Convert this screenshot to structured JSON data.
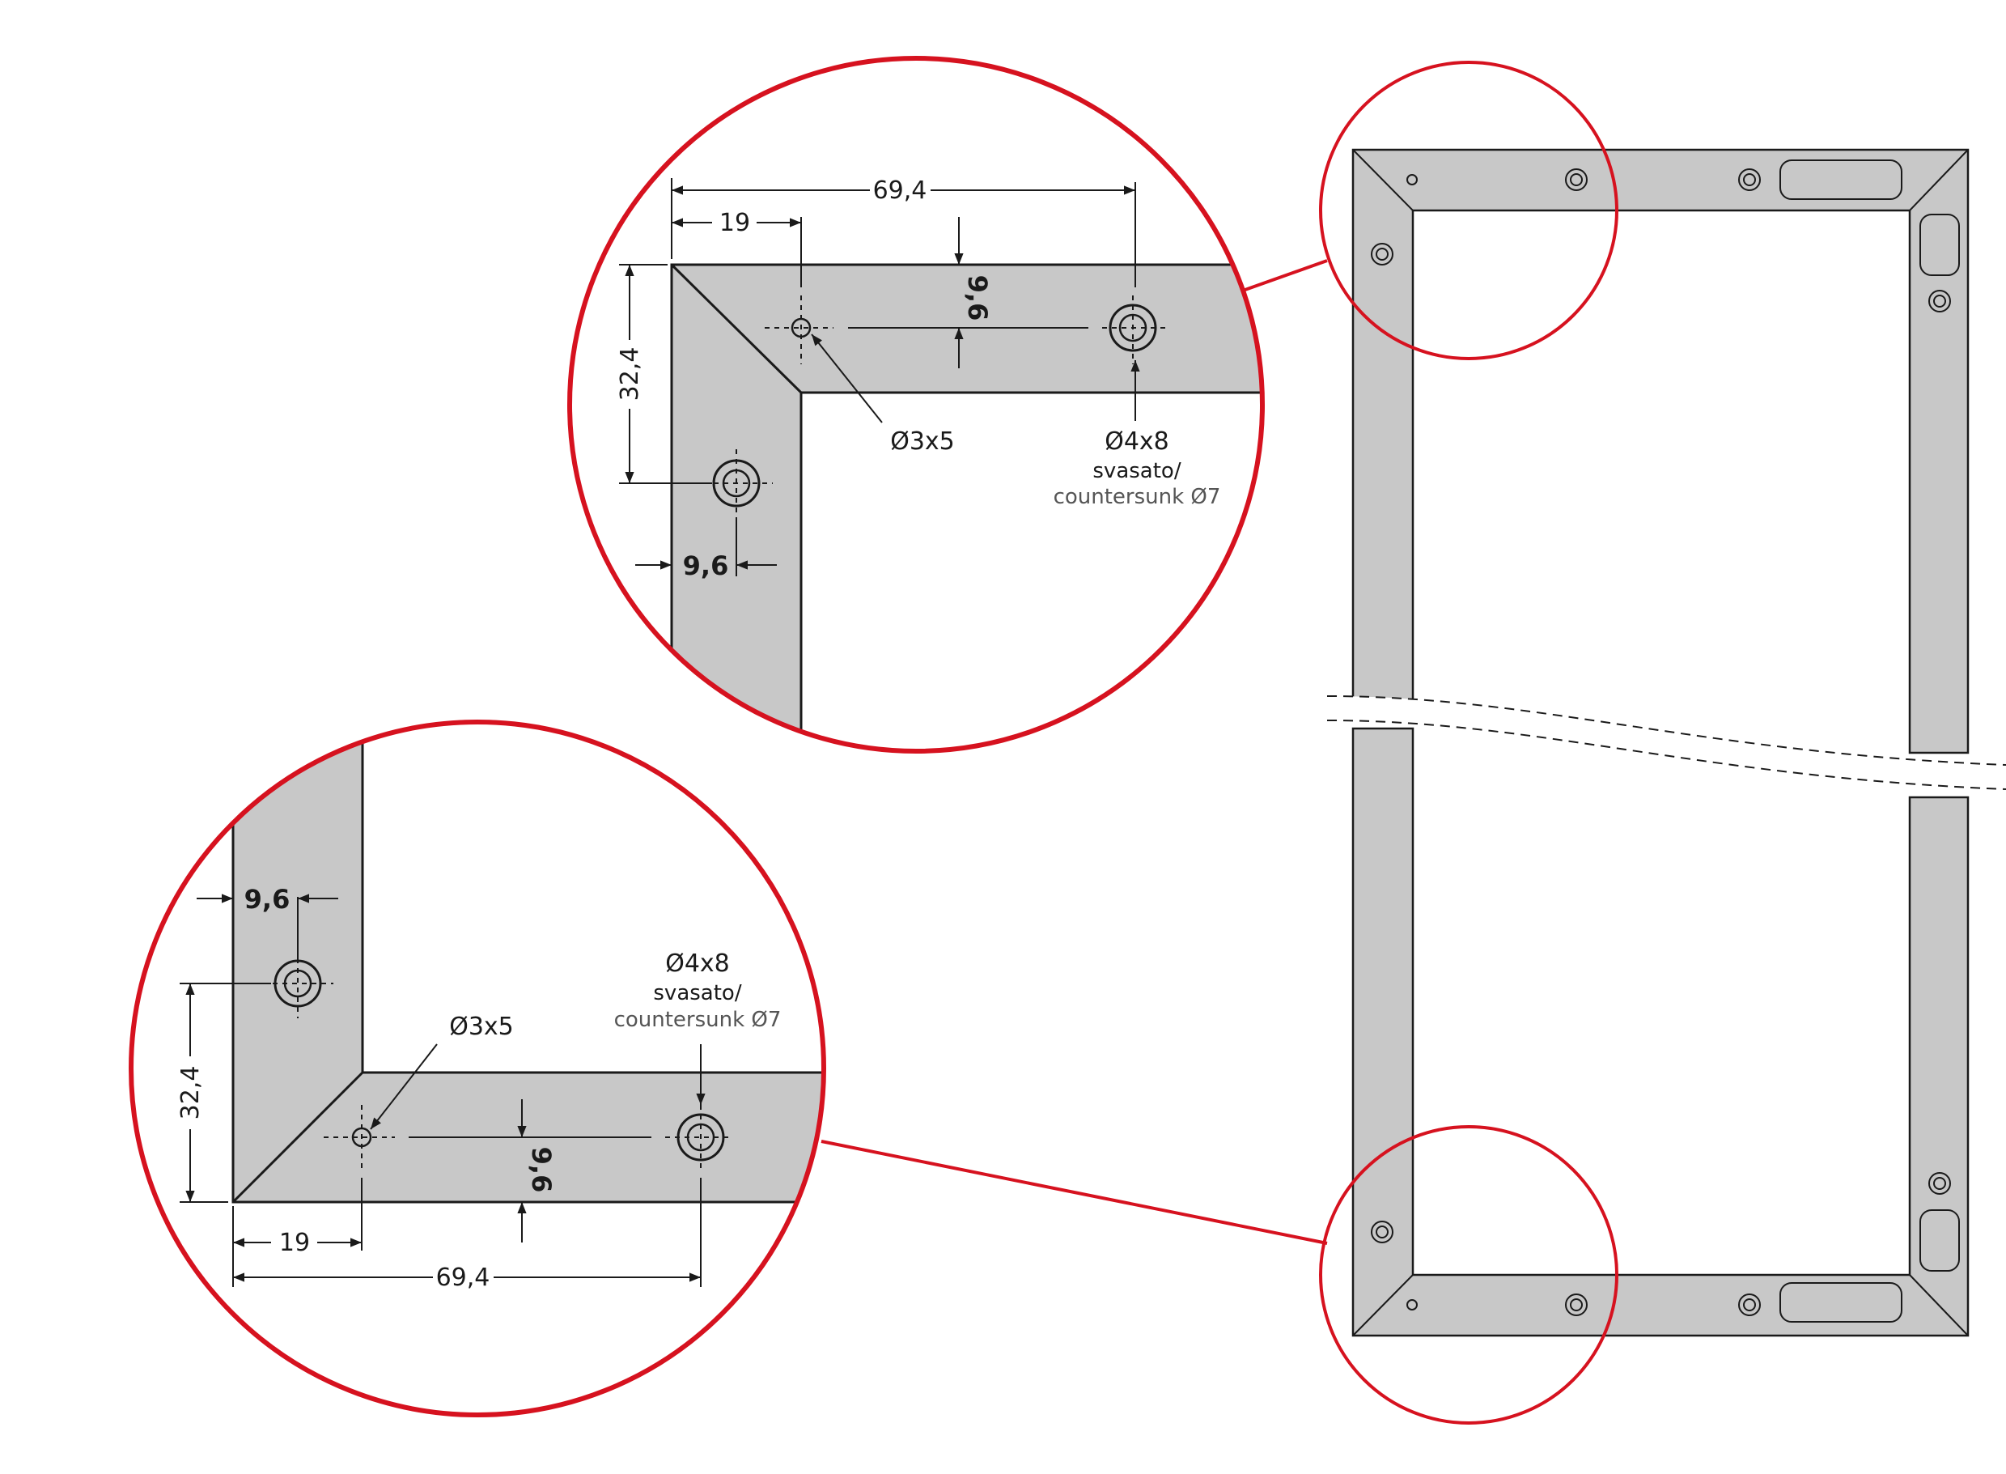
{
  "colors": {
    "profile_fill": "#c8c8c8",
    "outline": "#1a1a1a",
    "highlight_red": "#d6121f",
    "background": "#ffffff"
  },
  "top_detail": {
    "dim_overall_length": "69,4",
    "dim_first_hole": "19",
    "dim_edge_offset_top": "9,6",
    "dim_height": "32,4",
    "dim_edge_offset_side": "9,6",
    "small_hole_label": "Ø3x5",
    "countersunk_hole_label": "Ø4x8",
    "countersunk_it": "svasato/",
    "countersunk_en": "countersunk Ø7"
  },
  "bottom_detail": {
    "dim_overall_length": "69,4",
    "dim_first_hole": "19",
    "dim_edge_offset_bottom": "9,6",
    "dim_height": "32,4",
    "dim_edge_offset_side": "9,6",
    "small_hole_label": "Ø3x5",
    "countersunk_hole_label": "Ø4x8",
    "countersunk_it": "svasato/",
    "countersunk_en": "countersunk Ø7"
  },
  "icons": {
    "hole_small": "small-hole-icon",
    "hole_countersunk": "countersunk-hole-icon",
    "slot": "slot-icon"
  }
}
